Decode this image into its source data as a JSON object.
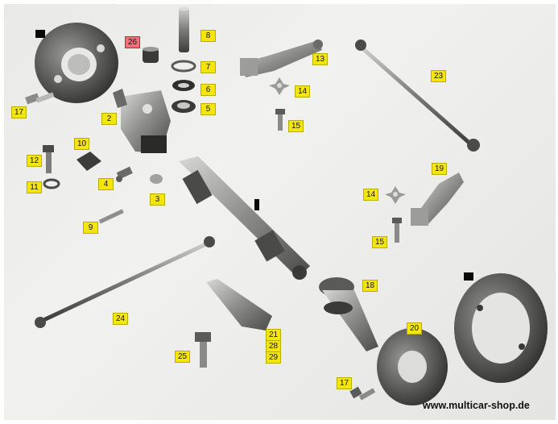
{
  "callouts": {
    "c26": "26",
    "c8": "8",
    "c7": "7",
    "c6": "6",
    "c5": "5",
    "c13": "13",
    "c14a": "14",
    "c15a": "15",
    "c23": "23",
    "c17a": "17",
    "c2": "2",
    "c12": "12",
    "c10": "10",
    "c4": "4",
    "c11": "11",
    "c3": "3",
    "c9": "9",
    "c19": "19",
    "c14b": "14",
    "c15b": "15",
    "c18": "18",
    "c24": "24",
    "c20": "20",
    "c21": "21",
    "c28": "28",
    "c29": "29",
    "c25": "25",
    "c17b": "17"
  },
  "highlight_color": "#f4e50c",
  "special_color": "#f2707a",
  "watermark": "www.multicar-shop.de"
}
